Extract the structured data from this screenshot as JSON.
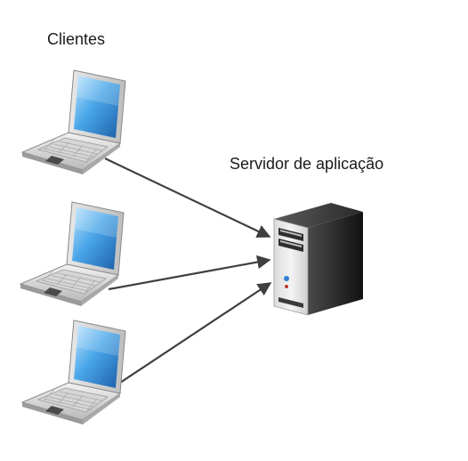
{
  "labels": {
    "clients": "Clientes",
    "server": "Servidor de aplicação"
  },
  "icons": {
    "client_icon": "laptop-icon",
    "server_icon": "server-tower-icon"
  },
  "colors": {
    "arrow": "#3f3f3f",
    "screen": "#3a8fd6",
    "server_body": "#2b2b2b"
  },
  "nodes": [
    {
      "id": "client-1",
      "kind": "client"
    },
    {
      "id": "client-2",
      "kind": "client"
    },
    {
      "id": "client-3",
      "kind": "client"
    },
    {
      "id": "server",
      "kind": "server"
    }
  ],
  "edges": [
    {
      "from": "client-1",
      "to": "server"
    },
    {
      "from": "client-2",
      "to": "server"
    },
    {
      "from": "client-3",
      "to": "server"
    }
  ]
}
